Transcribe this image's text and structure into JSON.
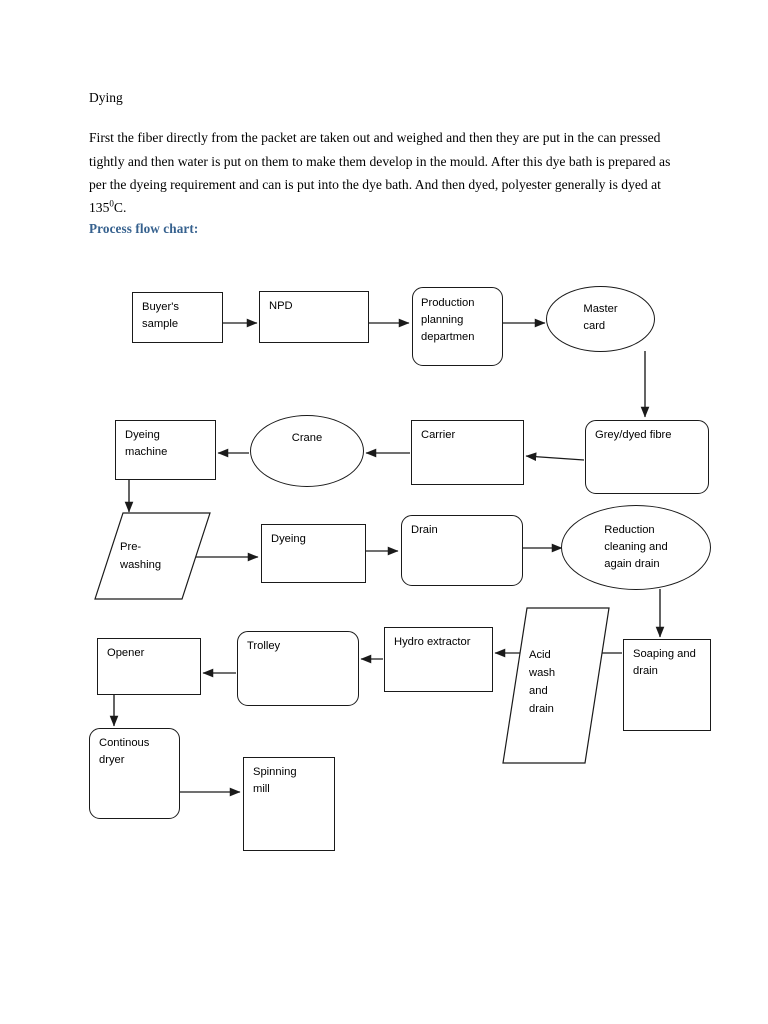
{
  "document": {
    "section_title": "Dying",
    "paragraph_part1": "First the fiber directly from the packet are taken out and weighed and then they are put in the can pressed tightly and then water is put on them to make them develop in the mould. After this dye bath is prepared as per the dyeing requirement and can is put into the dye bath. And then dyed, polyester generally is dyed at 135",
    "paragraph_superscript": "0",
    "paragraph_part2": "C.",
    "chart_heading": "Process flow chart:",
    "heading_color": "#36618E"
  },
  "flowchart": {
    "nodes": {
      "buyers_sample": "Buyer's\nsample",
      "npd": "NPD",
      "production_planning": "Production\nplanning\ndepartmen",
      "master_card": "Master\ncard",
      "grey_dyed_fibre": "Grey/dyed fibre",
      "carrier": "Carrier",
      "crane": "Crane",
      "dyeing_machine": "Dyeing\nmachine",
      "pre_washing": "Pre-\nwashing",
      "dyeing": "Dyeing",
      "drain": "Drain",
      "reduction_cleaning": "Reduction\ncleaning and\nagain drain",
      "soaping_and_drain": "Soaping and\ndrain",
      "acid_wash": "Acid\nwash\nand\ndrain",
      "hydro_extractor": "Hydro extractor",
      "trolley": "Trolley",
      "opener": "Opener",
      "continous_dryer": "Continous\ndryer",
      "spinning_mill": "Spinning\nmill"
    },
    "shapes": {
      "buyers_sample": "rectangle",
      "npd": "rectangle",
      "production_planning": "rounded-rectangle",
      "master_card": "ellipse",
      "grey_dyed_fibre": "rounded-rectangle",
      "carrier": "rectangle",
      "crane": "ellipse",
      "dyeing_machine": "rectangle",
      "pre_washing": "parallelogram",
      "dyeing": "rectangle",
      "drain": "rounded-rectangle",
      "reduction_cleaning": "ellipse",
      "soaping_and_drain": "rectangle",
      "acid_wash": "parallelogram",
      "hydro_extractor": "rectangle",
      "trolley": "rounded-rectangle",
      "opener": "rectangle",
      "continous_dryer": "rounded-rectangle",
      "spinning_mill": "rectangle"
    },
    "edges": [
      {
        "from": "buyers_sample",
        "to": "npd",
        "direction": "right"
      },
      {
        "from": "npd",
        "to": "production_planning",
        "direction": "right"
      },
      {
        "from": "production_planning",
        "to": "master_card",
        "direction": "right"
      },
      {
        "from": "master_card",
        "to": "grey_dyed_fibre",
        "direction": "down"
      },
      {
        "from": "grey_dyed_fibre",
        "to": "carrier",
        "direction": "left"
      },
      {
        "from": "carrier",
        "to": "crane",
        "direction": "left"
      },
      {
        "from": "crane",
        "to": "dyeing_machine",
        "direction": "left"
      },
      {
        "from": "dyeing_machine",
        "to": "pre_washing",
        "direction": "down"
      },
      {
        "from": "pre_washing",
        "to": "dyeing",
        "direction": "right"
      },
      {
        "from": "dyeing",
        "to": "drain",
        "direction": "right"
      },
      {
        "from": "drain",
        "to": "reduction_cleaning",
        "direction": "right"
      },
      {
        "from": "reduction_cleaning",
        "to": "soaping_and_drain",
        "direction": "down"
      },
      {
        "from": "soaping_and_drain",
        "to": "acid_wash",
        "direction": "left"
      },
      {
        "from": "acid_wash",
        "to": "hydro_extractor",
        "direction": "left"
      },
      {
        "from": "hydro_extractor",
        "to": "trolley",
        "direction": "left"
      },
      {
        "from": "trolley",
        "to": "opener",
        "direction": "left"
      },
      {
        "from": "opener",
        "to": "continous_dryer",
        "direction": "down"
      },
      {
        "from": "continous_dryer",
        "to": "spinning_mill",
        "direction": "right"
      }
    ],
    "line_color": "#1a1a1a"
  }
}
